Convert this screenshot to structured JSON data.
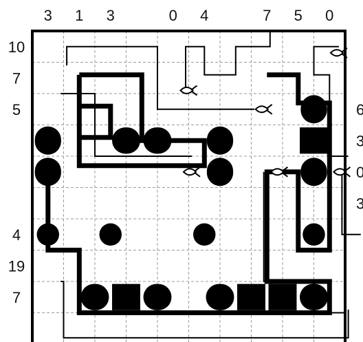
{
  "puzzle": {
    "grid_size": {
      "cols": 10,
      "rows": 10
    },
    "colors": {
      "ink": "#000000",
      "grid": "#9a9a9a",
      "background": "#ffffff"
    },
    "top_clues": [
      {
        "col": 0,
        "text": "3"
      },
      {
        "col": 1,
        "text": "1"
      },
      {
        "col": 2,
        "text": "3"
      },
      {
        "col": 4,
        "text": "0"
      },
      {
        "col": 5,
        "text": "4"
      },
      {
        "col": 7,
        "text": "7"
      },
      {
        "col": 8,
        "text": "5"
      },
      {
        "col": 9,
        "text": "0"
      }
    ],
    "left_clues": [
      {
        "row": 0,
        "text": "10"
      },
      {
        "row": 1,
        "text": "7"
      },
      {
        "row": 2,
        "text": "5"
      },
      {
        "row": 6,
        "text": "4"
      },
      {
        "row": 7,
        "text": "19"
      },
      {
        "row": 8,
        "text": "7"
      }
    ],
    "right_clues": [
      {
        "row": 2,
        "text": "6"
      },
      {
        "row": 3,
        "text": "3"
      },
      {
        "row": 4,
        "text": "0"
      },
      {
        "row": 5,
        "text": "3"
      }
    ],
    "thick_loops": [
      [
        [
          1,
          0.9
        ],
        [
          3,
          0.9
        ],
        [
          3,
          3
        ],
        [
          5,
          3
        ],
        [
          5,
          3.8
        ],
        [
          1,
          3.8
        ],
        [
          1,
          1.9
        ],
        [
          1,
          2.9
        ],
        [
          2,
          2.9
        ],
        [
          2,
          1.9
        ],
        [
          1,
          1.9
        ],
        [
          1,
          0.9
        ]
      ],
      [
        [
          7,
          0.9
        ],
        [
          8,
          0.9
        ],
        [
          8,
          1.8
        ],
        [
          9,
          1.8
        ],
        [
          9,
          6.5
        ],
        [
          8,
          6.5
        ],
        [
          8,
          4
        ],
        [
          7,
          4
        ],
        [
          7,
          7.5
        ],
        [
          9,
          7.5
        ],
        [
          9,
          8.5
        ],
        [
          1,
          8.5
        ],
        [
          1,
          6.5
        ],
        [
          0,
          6.5
        ],
        [
          0,
          4
        ]
      ]
    ],
    "thin_lines": [
      [
        [
          0.6,
          0.6
        ],
        [
          0.6,
          0
        ],
        [
          3.5,
          0
        ],
        [
          3.5,
          2
        ],
        [
          6.6,
          2
        ]
      ],
      [
        [
          4.4,
          1.4
        ],
        [
          4.4,
          0
        ],
        [
          5,
          0
        ],
        [
          5,
          0.9
        ],
        [
          6,
          0.9
        ],
        [
          6,
          0
        ],
        [
          7.1,
          0
        ],
        [
          7.1,
          -0.5
        ]
      ],
      [
        [
          9.3,
          0
        ],
        [
          8.5,
          0
        ],
        [
          8.5,
          0.9
        ],
        [
          9,
          0.9
        ],
        [
          9,
          3.5
        ],
        [
          9.6,
          3.5
        ]
      ],
      [
        [
          0.4,
          1.5
        ],
        [
          1.5,
          1.5
        ],
        [
          1.5,
          3.5
        ],
        [
          4.6,
          3.5
        ]
      ],
      [
        [
          6.9,
          4
        ],
        [
          6.9,
          7.5
        ],
        [
          8.5,
          7.5
        ],
        [
          8.5,
          8.5
        ],
        [
          9.5,
          8.5
        ]
      ],
      [
        [
          9.4,
          4
        ],
        [
          9.4,
          6
        ],
        [
          10,
          6
        ]
      ],
      [
        [
          0.4,
          7.5
        ],
        [
          0.5,
          7.5
        ],
        [
          0.5,
          9.3
        ],
        [
          9.6,
          9.3
        ],
        [
          9.6,
          8.4
        ]
      ]
    ],
    "fish": [
      {
        "col": 4.5,
        "row": 1.4
      },
      {
        "col": 9.3,
        "row": 0.2
      },
      {
        "col": 6.9,
        "row": 2.0
      },
      {
        "col": 4.6,
        "row": 4.0
      },
      {
        "col": 7.4,
        "row": 4.0
      },
      {
        "col": 9.4,
        "row": 4.0
      }
    ],
    "black_cells": [
      {
        "col": 0,
        "row": 3,
        "shape": "pill-v"
      },
      {
        "col": 0,
        "row": 4,
        "shape": "pill-v"
      },
      {
        "col": 2.5,
        "row": 3,
        "shape": "pill-h"
      },
      {
        "col": 3.5,
        "row": 3,
        "shape": "pill-h"
      },
      {
        "col": 5.5,
        "row": 3,
        "shape": "pill-v"
      },
      {
        "col": 5.5,
        "row": 4,
        "shape": "pill-v"
      },
      {
        "col": 8.5,
        "row": 2,
        "shape": "pill-v"
      },
      {
        "col": 8.5,
        "row": 3,
        "shape": "square"
      },
      {
        "col": 8.5,
        "row": 4,
        "shape": "pill-v"
      },
      {
        "col": 0,
        "row": 6,
        "shape": "circle"
      },
      {
        "col": 2,
        "row": 6,
        "shape": "circle"
      },
      {
        "col": 5,
        "row": 6,
        "shape": "circle"
      },
      {
        "col": 8.5,
        "row": 6,
        "shape": "circle"
      },
      {
        "col": 1.5,
        "row": 8,
        "shape": "pill-h"
      },
      {
        "col": 2.5,
        "row": 8,
        "shape": "square"
      },
      {
        "col": 3.5,
        "row": 8,
        "shape": "pill-h"
      },
      {
        "col": 5.5,
        "row": 8,
        "shape": "pill-h"
      },
      {
        "col": 6.5,
        "row": 8,
        "shape": "square"
      },
      {
        "col": 7.5,
        "row": 8,
        "shape": "square"
      },
      {
        "col": 8.5,
        "row": 8,
        "shape": "pill-h"
      }
    ]
  }
}
